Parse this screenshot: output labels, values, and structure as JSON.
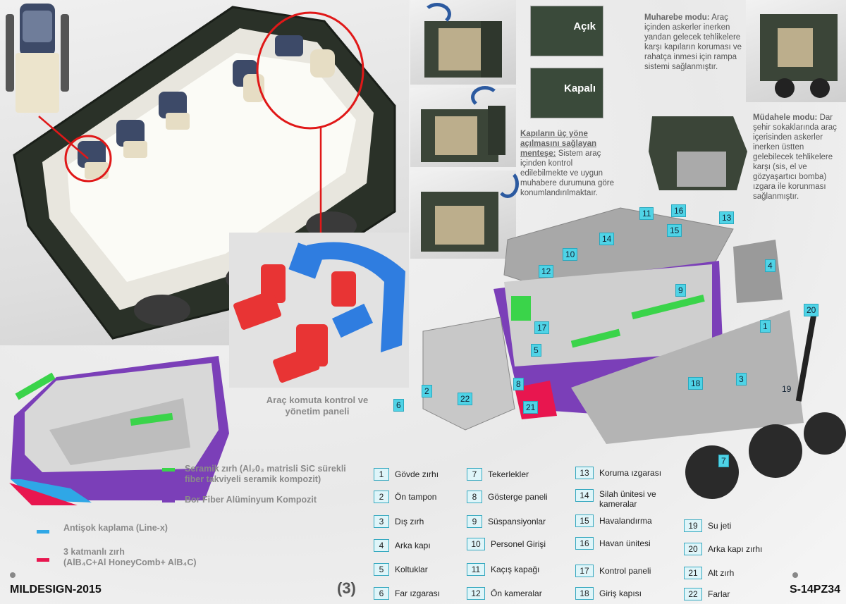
{
  "captions": {
    "command_panel": "Araç komuta kontrol ve yönetim paneli"
  },
  "door_states": {
    "open": "Açık",
    "closed": "Kapalı"
  },
  "hinge_note": {
    "title": "Kapıların üç yöne açılmasını sağlayan menteşe:",
    "body": "Sistem araç içinden kontrol edilebilmekte ve uygun muhabere durumuna göre konumlandırılmaktaır."
  },
  "combat_mode": {
    "title": "Muharebe modu:",
    "body": "Araç içinden askerler inerken yandan gelecek tehlikelere karşı kapıların koruması ve rahatça inmesi için rampa sistemi sağlanmıştır."
  },
  "intervention_mode": {
    "title": "Müdahele modu:",
    "body": "Dar şehir sokaklarında araç içerisinden askerler inerken üstten gelebilecek tehlikelere karşı (sis, el ve gözyaşartıcı bomba) ızgara ile korunması sağlanmıştır."
  },
  "materials": [
    {
      "color": "#3ad44a",
      "line1": "Seramik zırh (Al₂0₃ matrisli SiC sürekli",
      "line2": "fiber takviyeli seramik kompozit)"
    },
    {
      "color": "#7b3fb8",
      "line1": "Bor Fiber Alüminyum Kompozit",
      "line2": ""
    },
    {
      "color": "#2fa7e6",
      "line1": "Antişok kaplama (Line-x)",
      "line2": ""
    },
    {
      "color": "#e8164f",
      "line1": "3 katmanlı zırh",
      "line2": "(AlB₄C+Al HoneyComb+ AlB₄C)"
    }
  ],
  "diagram_tags": [
    "1",
    "2",
    "3",
    "4",
    "5",
    "6",
    "7",
    "8",
    "9",
    "10",
    "11",
    "12",
    "13",
    "14",
    "15",
    "16",
    "17",
    "18",
    "19",
    "20",
    "21",
    "22"
  ],
  "parts": [
    {
      "num": "1",
      "label": "Gövde zırhı"
    },
    {
      "num": "2",
      "label": "Ön tampon"
    },
    {
      "num": "3",
      "label": "Dış zırh"
    },
    {
      "num": "4",
      "label": "Arka kapı"
    },
    {
      "num": "5",
      "label": "Koltuklar"
    },
    {
      "num": "6",
      "label": "Far ızgarası"
    },
    {
      "num": "7",
      "label": "Tekerlekler"
    },
    {
      "num": "8",
      "label": "Gösterge paneli"
    },
    {
      "num": "9",
      "label": "Süspansiyonlar"
    },
    {
      "num": "10",
      "label": "Personel Girişi"
    },
    {
      "num": "11",
      "label": "Kaçış kapağı"
    },
    {
      "num": "12",
      "label": "Ön kameralar"
    },
    {
      "num": "13",
      "label": "Koruma ızgarası"
    },
    {
      "num": "14",
      "label": "Silah ünitesi ve kameralar"
    },
    {
      "num": "15",
      "label": "Havalandırma"
    },
    {
      "num": "16",
      "label": "Havan ünitesi"
    },
    {
      "num": "17",
      "label": "Kontrol paneli"
    },
    {
      "num": "18",
      "label": "Giriş kapısı"
    },
    {
      "num": "19",
      "label": "Su jeti"
    },
    {
      "num": "20",
      "label": "Arka kapı zırhı"
    },
    {
      "num": "21",
      "label": "Alt zırh"
    },
    {
      "num": "22",
      "label": "Farlar"
    }
  ],
  "footer": {
    "left": "MILDESIGN-2015",
    "center": "(3)",
    "right": "S-14PZ34"
  }
}
